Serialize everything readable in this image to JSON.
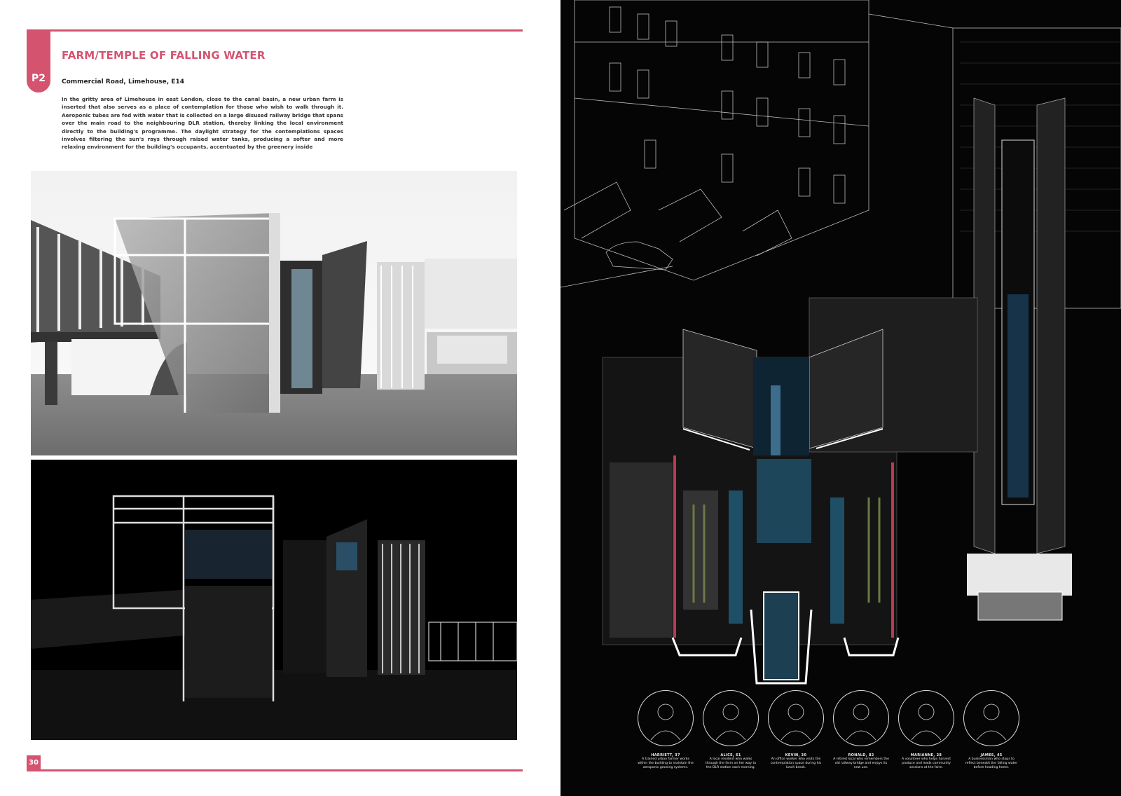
{
  "page": {
    "section_tab": "P2",
    "title": "FARM/TEMPLE OF FALLING WATER",
    "location": "Commercial Road, Limehouse, E14",
    "description": "In the gritty area of Limehouse in east London, close to the canal basin, a new urban farm is inserted that also serves as a place of contemplation for those who wish to walk through it. Aeroponic tubes are fed with water that is collected on a large disused railway bridge that spans over the main road to the neighbouring DLR station, thereby linking the local environment directly to the building's programme. The daylight strategy for the contemplations spaces involves filtering the sun's rays through raised water tanks, producing a softer and more relaxing environment for the building's occupants, accentuated by the greenery inside",
    "page_number": "30"
  },
  "colors": {
    "accent": "#d4536f",
    "panel_dark": "#050505",
    "water_blue": "#1f4f66"
  },
  "images": {
    "day_render": "daytime-exterior-render",
    "night_render": "night-exterior-render",
    "section_drawing": "sectional-axonometric-drawing"
  },
  "portraits": [
    {
      "name": "HARRIETT, 37",
      "caption": "A trained urban farmer works within the building to maintain the aeroponic growing systems."
    },
    {
      "name": "ALICE, 61",
      "caption": "A local resident who walks through the farm on her way to the DLR station each morning."
    },
    {
      "name": "KEVIN, 30",
      "caption": "An office worker who visits the contemplation space during his lunch break."
    },
    {
      "name": "RONALD, 82",
      "caption": "A retired local who remembers the old railway bridge and enjoys its new use."
    },
    {
      "name": "MARIANNE, 28",
      "caption": "A volunteer who helps harvest produce and leads community sessions at the farm."
    },
    {
      "name": "JAMES, 45",
      "caption": "A businessman who stops to reflect beneath the falling water before heading home."
    }
  ]
}
